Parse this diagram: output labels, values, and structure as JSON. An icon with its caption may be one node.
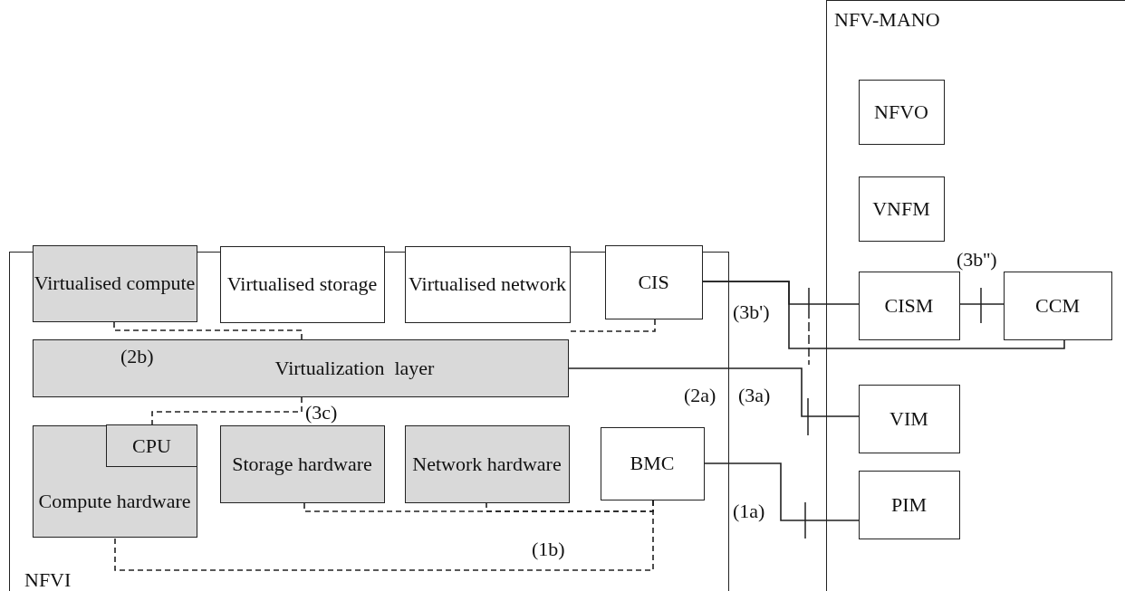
{
  "diagram": {
    "nodes": [
      {
        "text": [
          "NFV-MANO"
        ]
      },
      {
        "text": [
          "NFVO"
        ],
        "in": 0
      },
      {
        "text": [
          "VNFM"
        ],
        "in": 0
      },
      {
        "text": [
          "CISM"
        ],
        "in": 0
      },
      {
        "text": [
          "CCM"
        ],
        "in": 0
      },
      {
        "text": [
          "VIM"
        ],
        "in": 0
      },
      {
        "text": [
          "PIM"
        ],
        "in": 0
      },
      {
        "text": [
          "NFVI"
        ]
      },
      {
        "text": [
          "Virtualised compute"
        ],
        "in": 7
      },
      {
        "text": [
          "Virtualised storage"
        ],
        "in": 7
      },
      {
        "text": [
          "Virtualised network"
        ],
        "in": 7
      },
      {
        "text": [
          "CIS"
        ],
        "in": 7
      },
      {
        "text": [
          "Virtualization  layer"
        ],
        "in": 7
      },
      {
        "text": [
          "Compute hardware"
        ],
        "in": 7
      },
      {
        "text": [
          "CPU"
        ],
        "in": 13
      },
      {
        "text": [
          "Storage hardware"
        ],
        "in": 7
      },
      {
        "text": [
          "Network hardware"
        ],
        "in": 7
      },
      {
        "text": [
          "BMC"
        ],
        "in": 7
      }
    ],
    "edges": [
      {
        "from": 8,
        "to": 12,
        "arrow": "none",
        "style": "dashed",
        "label": "(2b)"
      },
      {
        "from": 11,
        "to": 12,
        "arrow": "none",
        "style": "dashed"
      },
      {
        "from": 12,
        "to": 14,
        "arrow": "none",
        "style": "dashed",
        "label": "(3c)"
      },
      {
        "from": 17,
        "to": 15,
        "arrow": "none",
        "style": "dashed"
      },
      {
        "from": 17,
        "to": 16,
        "arrow": "none",
        "style": "dashed"
      },
      {
        "from": 17,
        "to": 13,
        "arrow": "none",
        "style": "dashed",
        "label": "(1b)"
      },
      {
        "from": 11,
        "to": 3,
        "arrow": "none",
        "label": "(3b')"
      },
      {
        "from": 11,
        "to": 4,
        "arrow": "none"
      },
      {
        "from": 3,
        "to": 4,
        "arrow": "none",
        "label": "(3b'')"
      },
      {
        "from": 12,
        "to": 5,
        "arrow": "none",
        "label": "(3a)"
      },
      {
        "from": 17,
        "to": 6,
        "arrow": "none",
        "label": "(1a)"
      }
    ],
    "labels": [
      "(2a)"
    ]
  }
}
